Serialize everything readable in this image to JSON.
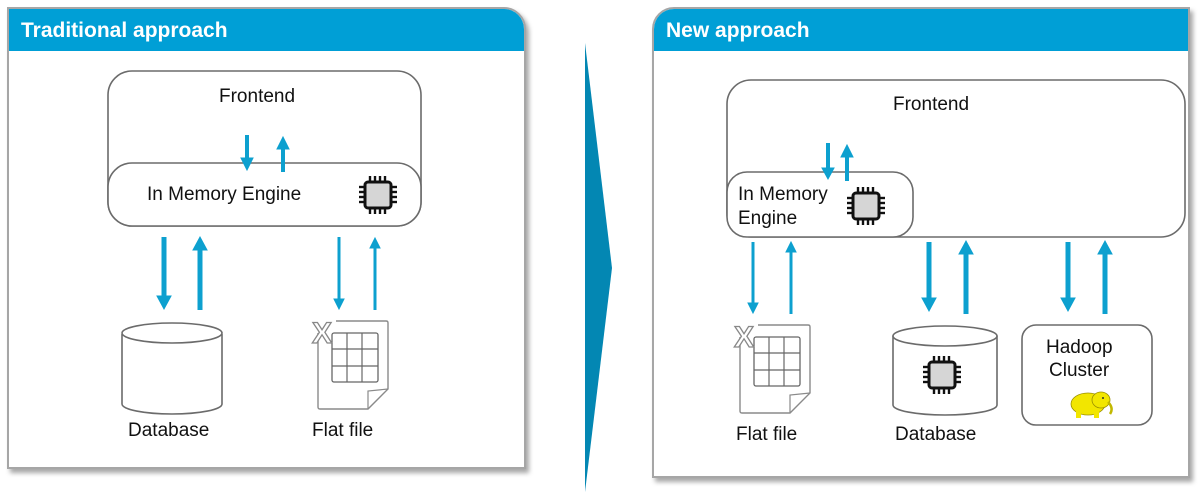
{
  "colors": {
    "header": "#009fd6",
    "arrow": "#0da0cf",
    "chevron": "#0387b3",
    "box_border": "#6b6b6b",
    "chip_fill": "#d6d6d6",
    "elephant": "#f2e600"
  },
  "traditional": {
    "title": "Traditional approach",
    "frontend": "Frontend",
    "engine": "In Memory Engine",
    "database": "Database",
    "flat_file": "Flat file"
  },
  "new": {
    "title": "New approach",
    "frontend": "Frontend",
    "engine_line1": "In Memory",
    "engine_line2": "Engine",
    "flat_file": "Flat file",
    "database": "Database",
    "hadoop_line1": "Hadoop",
    "hadoop_line2": "Cluster"
  }
}
